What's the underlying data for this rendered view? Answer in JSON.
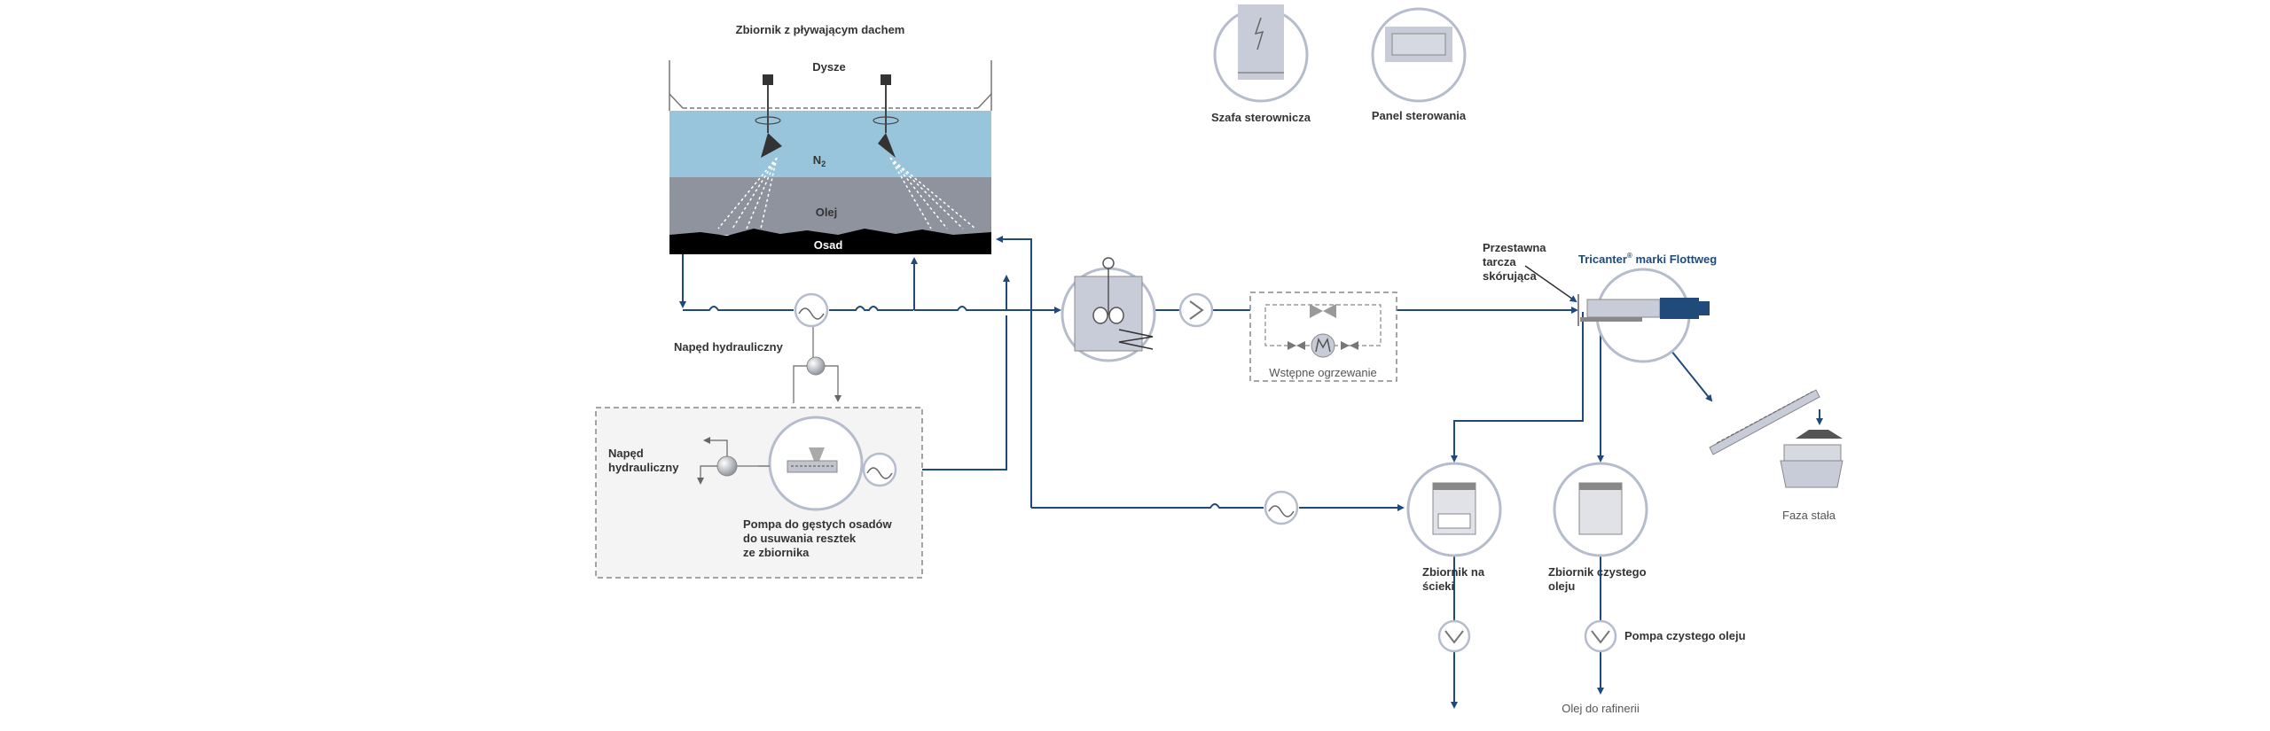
{
  "labels": {
    "tank_title": "Zbiornik z pływającym dachem",
    "nozzles": "Dysze",
    "n2_main": "N",
    "n2_sub": "2",
    "oil": "Olej",
    "sediment": "Osad",
    "hydraulic_drive_top": "Napęd hydrauliczny",
    "hydraulic_drive_box": "Napęd\nhydrauliczny",
    "sludge_pump": "Pompa do gęstych osadów\ndo usuwania resztek\nze zbiornika",
    "control_cabinet": "Szafa sterownicza",
    "control_panel": "Panel sterowania",
    "preheating": "Wstępne ogrzewanie",
    "skimmer_disc": "Przestawna\ntarcza\nskórująca",
    "tricanter_brand": "Tricanter",
    "tricanter_reg": "®",
    "tricanter_rest": " marki Flottweg",
    "solid_phase": "Faza stała",
    "wastewater_tank": "Zbiornik na\nścieki",
    "clean_oil_tank": "Zbiornik czystego\noleju",
    "clean_oil_pump": "Pompa czystego oleju",
    "oil_to_refinery": "Olej do rafinerii"
  },
  "colors": {
    "pipe": "#1f4a7a",
    "n2_layer": "#98c5dc",
    "oil_layer": "#8e939d",
    "sediment": "#000000",
    "equipment_ring": "#b5bccc",
    "equipment_fill": "#c8ccd8",
    "brand_blue": "#1f4a7a"
  },
  "icons": [
    "nozzle-icon",
    "heat-exchanger-icon",
    "pump-icon",
    "agitator-vessel-icon",
    "valve-icon",
    "decanter-centrifuge-icon",
    "conveyor-icon",
    "container-icon",
    "lightning-icon",
    "arrow-down-icon"
  ]
}
